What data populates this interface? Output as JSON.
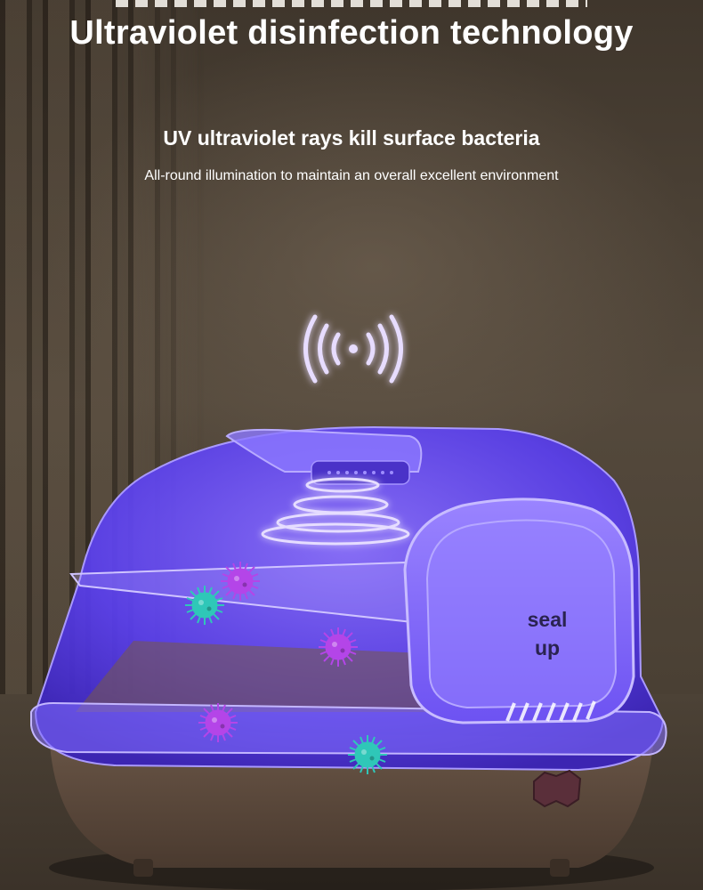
{
  "title": "Ultraviolet disinfection technology",
  "subtitle": "UV ultraviolet rays kill surface bacteria",
  "description": "All-round illumination to maintain an overall excellent environment",
  "product_label": {
    "line1": "seal",
    "line2": "up"
  },
  "icons": {
    "uv_signal": "wireless-signal-icon",
    "bacteria": "virus-icon"
  },
  "colors": {
    "uv_glow": "#8b6cff",
    "dome": "#6b4dff",
    "base": "#5e4a3c",
    "virus_purple": "#b445e8",
    "virus_teal": "#2fc7b8",
    "text": "#ffffff"
  }
}
